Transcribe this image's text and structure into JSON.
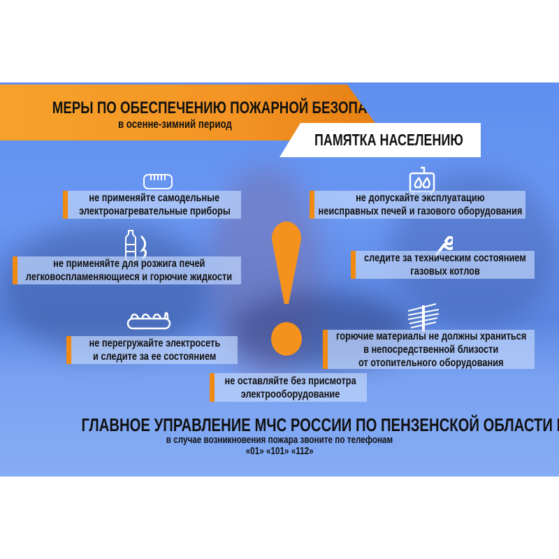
{
  "header": {
    "title": "МЕРЫ ПО ОБЕСПЕЧЕНИЮ ПОЖАРНОЙ БЕЗОПАСНОСТИ",
    "subtitle": "в осенне-зимний период",
    "memo": "ПАМЯТКА НАСЕЛЕНИЮ"
  },
  "tips": [
    {
      "lines": [
        "не применяйте самодельные",
        "электронагревательные приборы"
      ],
      "icon": "heater-icon"
    },
    {
      "lines": [
        "не применяйте для розжига печей",
        "легковоспламеняющиеся и горючие жидкости"
      ],
      "icon": "bottle-fire-icon"
    },
    {
      "lines": [
        "не перегружайте электросеть",
        "и следите за ее состоянием"
      ],
      "icon": "power-strip-icon"
    },
    {
      "lines": [
        "не допускайте эксплуатацию",
        "неисправных печей и газового оборудования"
      ],
      "icon": "stove-icon"
    },
    {
      "lines": [
        "следите за техническим состоянием",
        "газовых котлов"
      ],
      "icon": "wrench-icon"
    },
    {
      "lines": [
        "горючие материалы не должны храниться",
        "в непосредственной близости",
        "от отопительного оборудования"
      ],
      "icon": "planks-icon"
    },
    {
      "lines": [
        "не оставляйте без присмотра",
        "электрооборудование"
      ]
    }
  ],
  "footer": {
    "title": "ГЛАВНОЕ УПРАВЛЕНИЕ МЧС РОССИИ ПО ПЕНЗЕНСКОЙ ОБЛАСТИ НАПОМИНАЕТ",
    "subtitle": "в случае возникновения пожара звоните по телефонам",
    "phones": "«01» «101» «112»"
  },
  "colors": {
    "accent": "#f08a12",
    "background": "#6a97f2"
  }
}
